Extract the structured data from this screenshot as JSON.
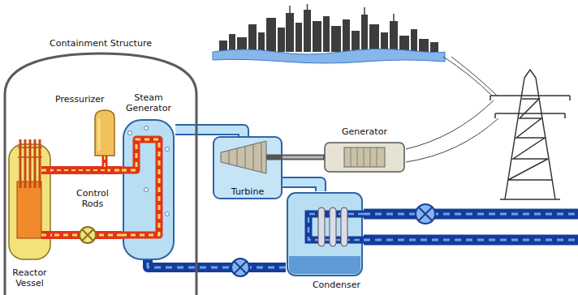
{
  "diagram": {
    "nodes": [
      {
        "text": [
          "Containment Structure"
        ]
      },
      {
        "text": [
          "Pressurizer"
        ],
        "in": 0
      },
      {
        "text": [
          "Steam Generator"
        ],
        "in": 0
      },
      {
        "text": [
          "Reactor Vessel"
        ],
        "in": 0
      },
      {
        "text": [
          "Generator"
        ]
      },
      {
        "text": [
          "Turbine"
        ]
      },
      {
        "text": [
          "Condenser"
        ]
      }
    ],
    "edges": [
      {
        "from": 3,
        "to": 2,
        "arrow": "none"
      },
      {
        "from": 2,
        "to": 3,
        "arrow": "none"
      },
      {
        "from": 1,
        "to": 3,
        "arrow": "none"
      },
      {
        "from": 2,
        "to": 5,
        "arrow": "none"
      },
      {
        "from": 5,
        "to": 4,
        "arrow": "none"
      },
      {
        "from": 5,
        "to": 6,
        "arrow": "none"
      },
      {
        "from": 6,
        "to": 2,
        "arrow": "none"
      }
    ],
    "labels": [
      "Control Rods"
    ]
  }
}
